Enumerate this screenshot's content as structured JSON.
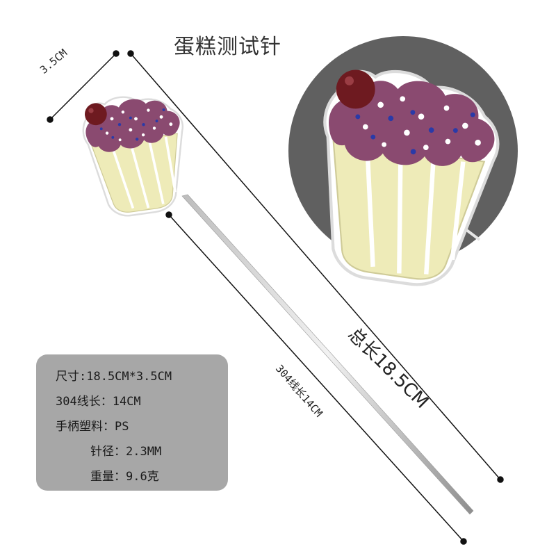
{
  "title": "蛋糕测试针",
  "dimensions": {
    "width_label": "3.5CM",
    "total_length_label": "总长18.5CM",
    "rod_length_label": "304线长14CM"
  },
  "specs": [
    {
      "text": "尺寸:18.5CM*3.5CM"
    },
    {
      "text": "304线长：14CM"
    },
    {
      "text": "手柄塑料：PS"
    },
    {
      "text": "针径：2.3MM"
    },
    {
      "text": "重量：9.6克"
    }
  ],
  "colors": {
    "frosting": "#8a4a70",
    "cherry": "#6e1a20",
    "cup": "#eeebb8",
    "zoom_bg": "#606060",
    "spec_bg": "#a7a7a7"
  }
}
